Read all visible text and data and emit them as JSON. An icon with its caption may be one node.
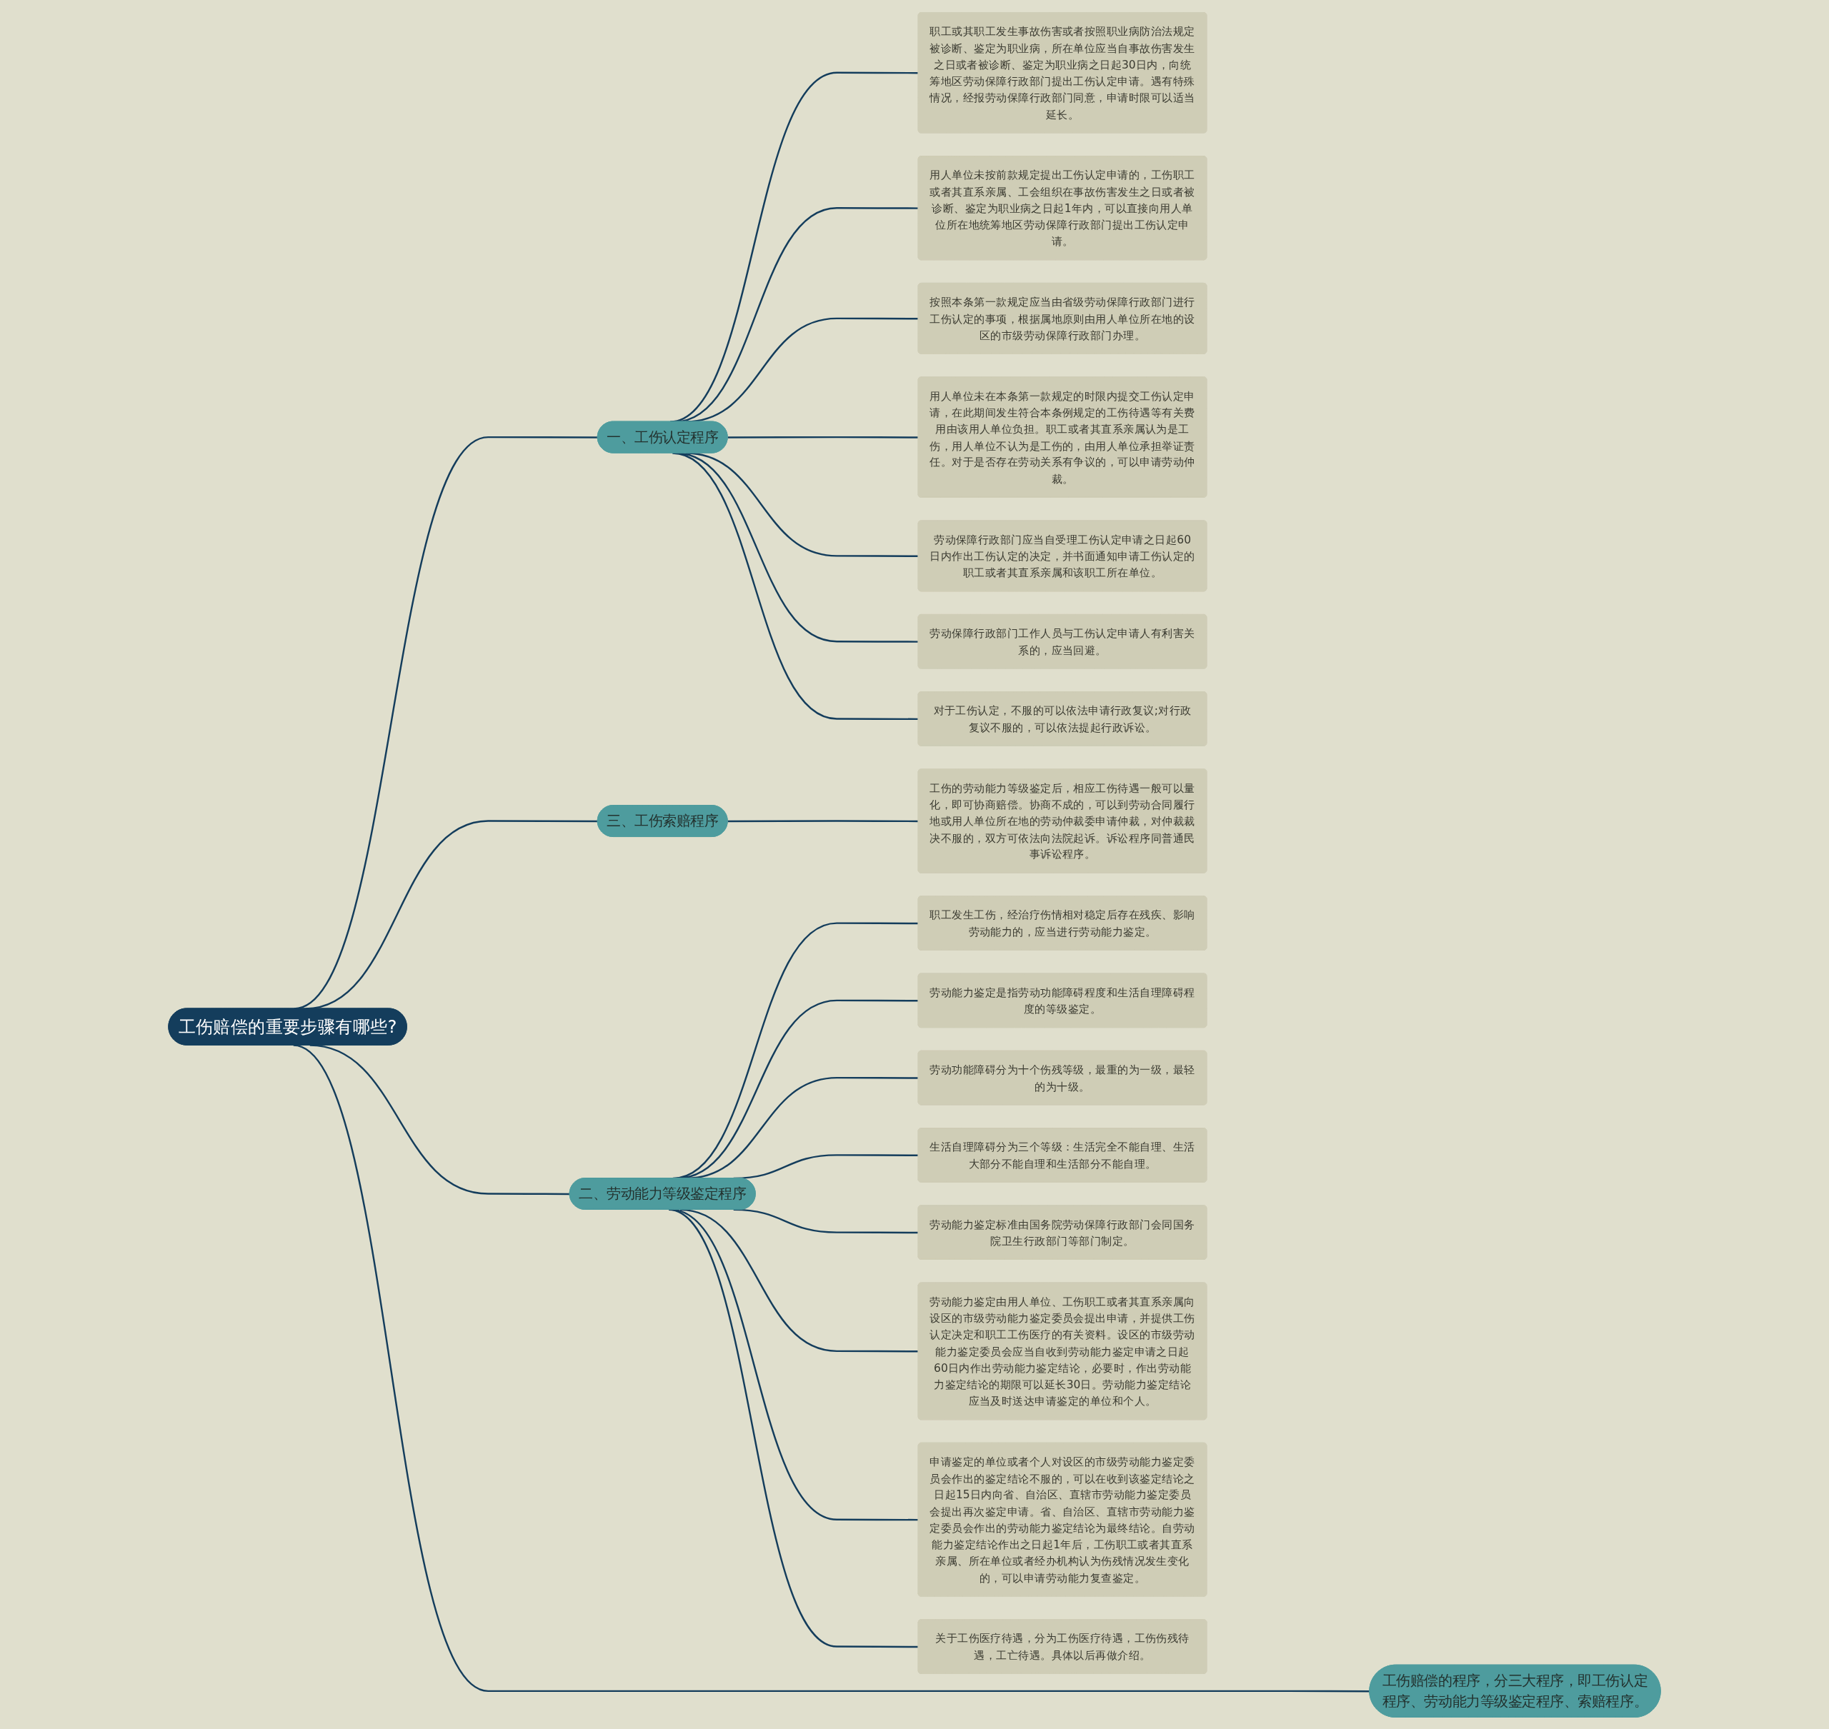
{
  "diagram": {
    "nodes": [
      {
        "text": [
          "工伤赔偿的重要步骤有哪些?"
        ]
      },
      {
        "text": [
          "工伤赔偿的程序，分三大程序，即工伤认定程序、劳动能力等级鉴定程序、索赔程序。"
        ]
      },
      {
        "text": [
          "一、工伤认定程序"
        ]
      },
      {
        "text": [
          "职工或其职工发生事故伤害或者按照职业病防治法规定被诊断、鉴定为职业病，所在单位应当自事故伤害发生之日或者被诊断、鉴定为职业病之日起30日内，向统筹地区劳动保障行政部门提出工伤认定申请。遇有特殊情况，经报劳动保障行政部门同意，申请时限可以适当延长。"
        ]
      },
      {
        "text": [
          "用人单位未按前款规定提出工伤认定申请的，工伤职工或者其直系亲属、工会组织在事故伤害发生之日或者被诊断、鉴定为职业病之日起1年内，可以直接向用人单位所在地统筹地区劳动保障行政部门提出工伤认定申请。"
        ]
      },
      {
        "text": [
          "按照本条第一款规定应当由省级劳动保障行政部门进行工伤认定的事项，根据属地原则由用人单位所在地的设区的市级劳动保障行政部门办理。"
        ]
      },
      {
        "text": [
          "用人单位未在本条第一款规定的时限内提交工伤认定申请，在此期间发生符合本条例规定的工伤待遇等有关费用由该用人单位负担。职工或者其直系亲属认为是工伤，用人单位不认为是工伤的，由用人单位承担举证责任。对于是否存在劳动关系有争议的，可以申请劳动仲裁。"
        ]
      },
      {
        "text": [
          "劳动保障行政部门应当自受理工伤认定申请之日起60日内作出工伤认定的决定，并书面通知申请工伤认定的职工或者其直系亲属和该职工所在单位。"
        ]
      },
      {
        "text": [
          "劳动保障行政部门工作人员与工伤认定申请人有利害关系的，应当回避。"
        ]
      },
      {
        "text": [
          "对于工伤认定，不服的可以依法申请行政复议;对行政复议不服的，可以依法提起行政诉讼。"
        ]
      },
      {
        "text": [
          "三、工伤索赔程序"
        ]
      },
      {
        "text": [
          "工伤的劳动能力等级鉴定后，相应工伤待遇一般可以量化，即可协商赔偿。协商不成的，可以到劳动合同履行地或用人单位所在地的劳动仲裁委申请仲裁，对仲裁裁决不服的，双方可依法向法院起诉。诉讼程序同普通民事诉讼程序。"
        ]
      },
      {
        "text": [
          "二、劳动能力等级鉴定程序"
        ]
      },
      {
        "text": [
          "职工发生工伤，经治疗伤情相对稳定后存在残疾、影响劳动能力的，应当进行劳动能力鉴定。"
        ]
      },
      {
        "text": [
          "劳动能力鉴定是指劳动功能障碍程度和生活自理障碍程度的等级鉴定。"
        ]
      },
      {
        "text": [
          "劳动功能障碍分为十个伤残等级，最重的为一级，最轻的为十级。"
        ]
      },
      {
        "text": [
          "生活自理障碍分为三个等级：生活完全不能自理、生活大部分不能自理和生活部分不能自理。"
        ]
      },
      {
        "text": [
          "劳动能力鉴定标准由国务院劳动保障行政部门会同国务院卫生行政部门等部门制定。"
        ]
      },
      {
        "text": [
          "劳动能力鉴定由用人单位、工伤职工或者其直系亲属向设区的市级劳动能力鉴定委员会提出申请，并提供工伤认定决定和职工工伤医疗的有关资料。设区的市级劳动能力鉴定委员会应当自收到劳动能力鉴定申请之日起60日内作出劳动能力鉴定结论，必要时，作出劳动能力鉴定结论的期限可以延长30日。劳动能力鉴定结论应当及时送达申请鉴定的单位和个人。"
        ]
      },
      {
        "text": [
          "申请鉴定的单位或者个人对设区的市级劳动能力鉴定委员会作出的鉴定结论不服的，可以在收到该鉴定结论之日起15日内向省、自治区、直辖市劳动能力鉴定委员会提出再次鉴定申请。省、自治区、直辖市劳动能力鉴定委员会作出的劳动能力鉴定结论为最终结论。自劳动能力鉴定结论作出之日起1年后，工伤职工或者其直系亲属、所在单位或者经办机构认为伤残情况发生变化的，可以申请劳动能力复查鉴定。"
        ]
      },
      {
        "text": [
          "关于工伤医疗待遇，分为工伤医疗待遇，工伤伤残待遇，工亡待遇。具体以后再做介绍。"
        ]
      }
    ],
    "edges": [
      {
        "from": 0,
        "to": 1,
        "arrow": "none"
      },
      {
        "from": 0,
        "to": 2,
        "arrow": "none"
      },
      {
        "from": 2,
        "to": 3,
        "arrow": "none"
      },
      {
        "from": 2,
        "to": 4,
        "arrow": "none"
      },
      {
        "from": 2,
        "to": 5,
        "arrow": "none"
      },
      {
        "from": 2,
        "to": 6,
        "arrow": "none"
      },
      {
        "from": 2,
        "to": 7,
        "arrow": "none"
      },
      {
        "from": 2,
        "to": 8,
        "arrow": "none"
      },
      {
        "from": 2,
        "to": 9,
        "arrow": "none"
      },
      {
        "from": 0,
        "to": 10,
        "arrow": "none"
      },
      {
        "from": 10,
        "to": 11,
        "arrow": "none"
      },
      {
        "from": 0,
        "to": 12,
        "arrow": "none"
      },
      {
        "from": 12,
        "to": 13,
        "arrow": "none"
      },
      {
        "from": 12,
        "to": 14,
        "arrow": "none"
      },
      {
        "from": 12,
        "to": 15,
        "arrow": "none"
      },
      {
        "from": 12,
        "to": 16,
        "arrow": "none"
      },
      {
        "from": 12,
        "to": 17,
        "arrow": "none"
      },
      {
        "from": 12,
        "to": 18,
        "arrow": "none"
      },
      {
        "from": 12,
        "to": 19,
        "arrow": "none"
      },
      {
        "from": 12,
        "to": 20,
        "arrow": "none"
      }
    ]
  }
}
